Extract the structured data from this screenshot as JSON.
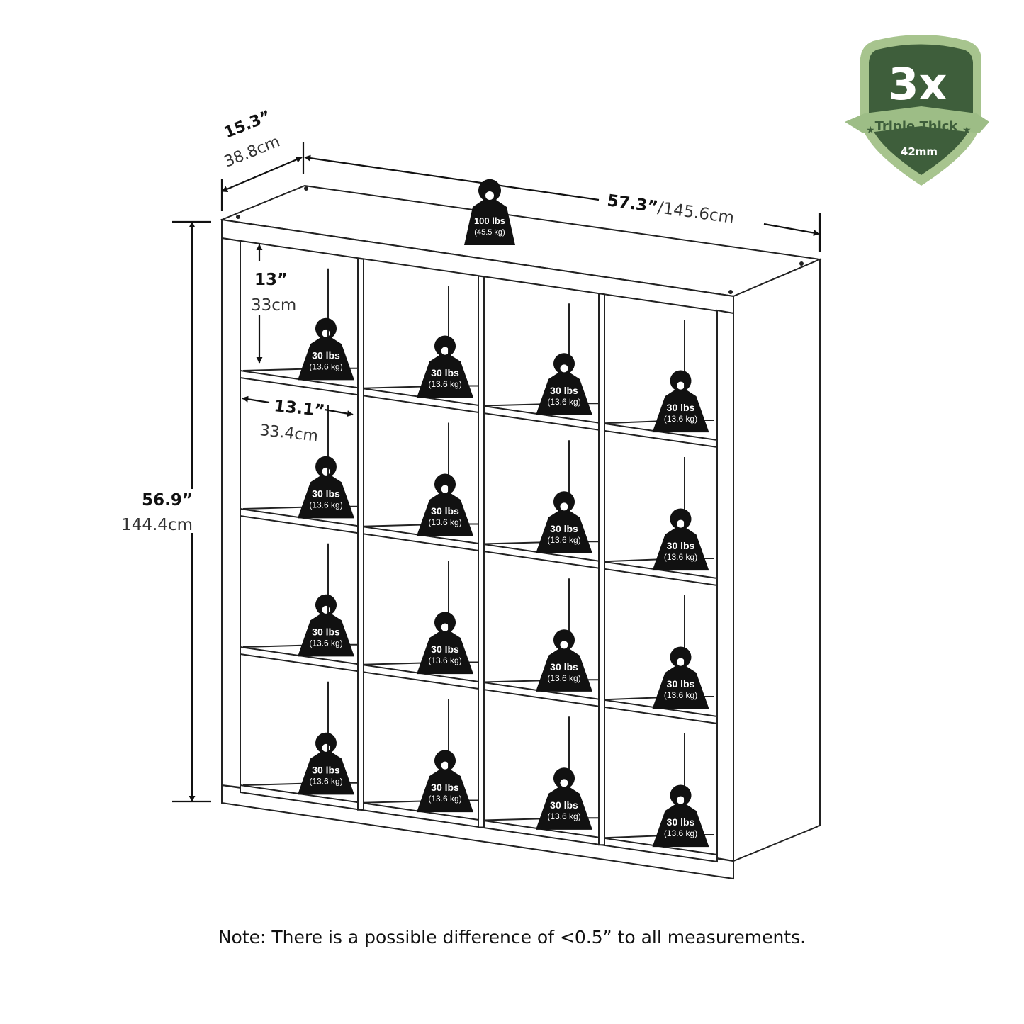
{
  "badge": {
    "multiplier": "3x",
    "label": "Triple Thick",
    "thickness": "42mm",
    "colors": {
      "dark": "#3e5e3b",
      "light": "#a7c48e",
      "ribbon": "#9dbd86"
    }
  },
  "dimensions": {
    "depth": {
      "in": "15.3”",
      "cm": "38.8cm"
    },
    "width": {
      "in": "57.3”",
      "cm": "/145.6cm"
    },
    "height": {
      "in": "56.9”",
      "cm": "144.4cm"
    },
    "cube_height": {
      "in": "13”",
      "cm": "33cm"
    },
    "cube_width": {
      "in": "13.1”",
      "cm": "33.4cm"
    }
  },
  "top_load": {
    "lbs": "100 lbs",
    "kg": "(45.5 kg)"
  },
  "cube_load": {
    "lbs": "30 lbs",
    "kg": "(13.6 kg)"
  },
  "note": "Note: There is a possible difference of <0.5” to all measurements."
}
